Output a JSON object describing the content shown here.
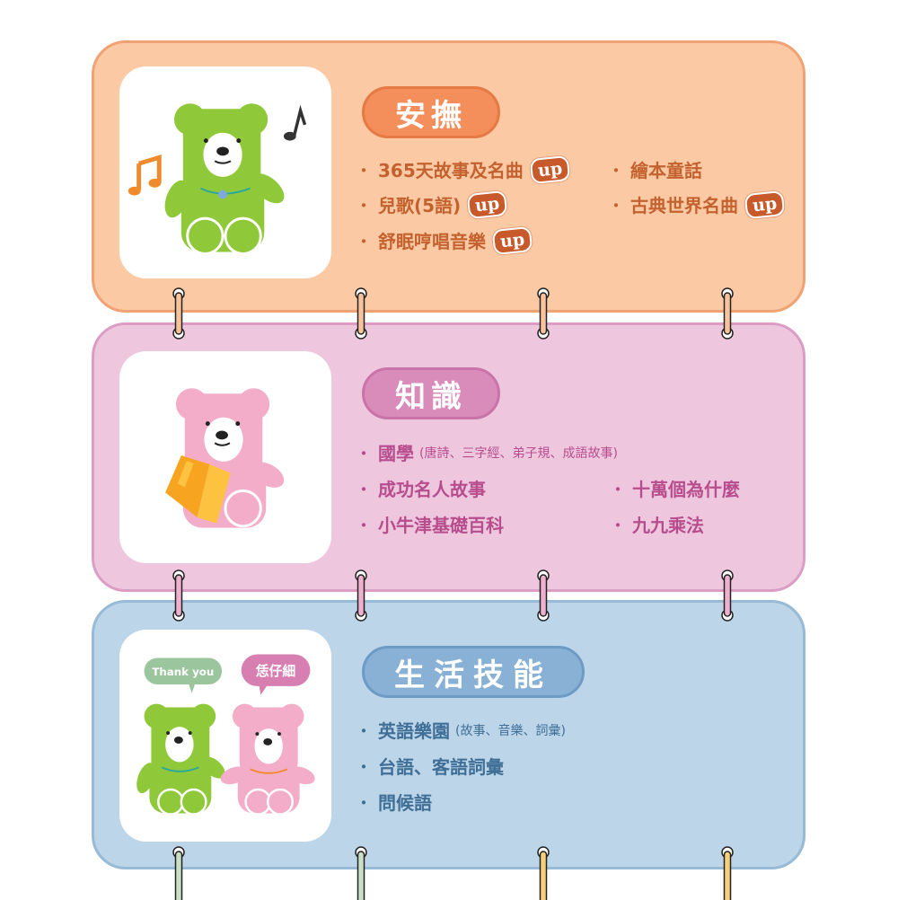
{
  "sections": [
    {
      "title": "安撫",
      "theme_color": "#f48e5b",
      "items": [
        {
          "text": "365天故事及名曲",
          "badge": "up"
        },
        {
          "text": "繪本童話",
          "badge": ""
        },
        {
          "text": "兒歌(5語)",
          "badge": "up"
        },
        {
          "text": "古典世界名曲",
          "badge": "up"
        },
        {
          "text": "舒眠哼唱音樂",
          "badge": "up"
        }
      ]
    },
    {
      "title": "知識",
      "theme_color": "#d98bba",
      "items": [
        {
          "text": "國學",
          "sub": "(唐詩、三字經、弟子規、成語故事)"
        },
        {
          "text": "成功名人故事"
        },
        {
          "text": "十萬個為什麼"
        },
        {
          "text": "小牛津基礎百科"
        },
        {
          "text": "九九乘法"
        }
      ]
    },
    {
      "title": "生活技能",
      "theme_color": "#88b1d5",
      "items": [
        {
          "text": "英語樂園",
          "sub": "(故事、音樂、詞彙)"
        },
        {
          "text": "台語、客語詞彙"
        },
        {
          "text": "問候語"
        }
      ],
      "speech_bubbles": [
        "Thank you",
        "恁仔細"
      ]
    }
  ],
  "bullet": "・"
}
